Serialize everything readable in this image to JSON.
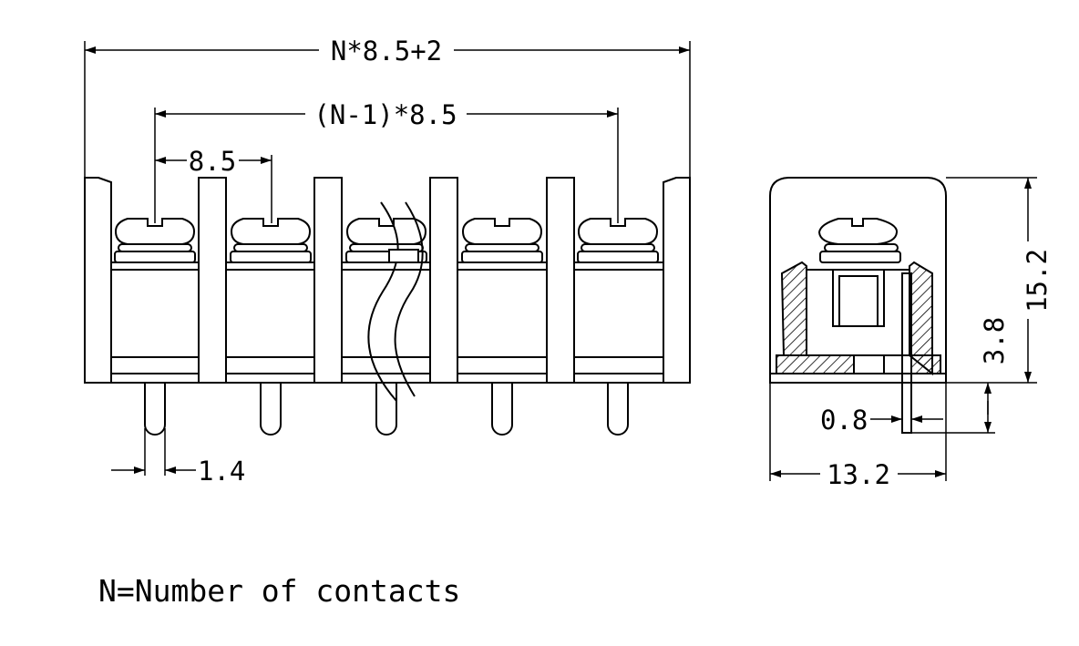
{
  "front_view": {
    "dimensions": {
      "overall_width": "N*8.5+2",
      "pitch_span": "(N-1)*8.5",
      "pitch": "8.5",
      "pin_width": "1.4"
    },
    "positions": 5
  },
  "side_view": {
    "dimensions": {
      "height": "15.2",
      "pin_length": "3.8",
      "pin_thickness": "0.8",
      "width": "13.2"
    }
  },
  "note": "N=Number of contacts",
  "colors": {
    "line": "#000000",
    "background": "#ffffff"
  }
}
